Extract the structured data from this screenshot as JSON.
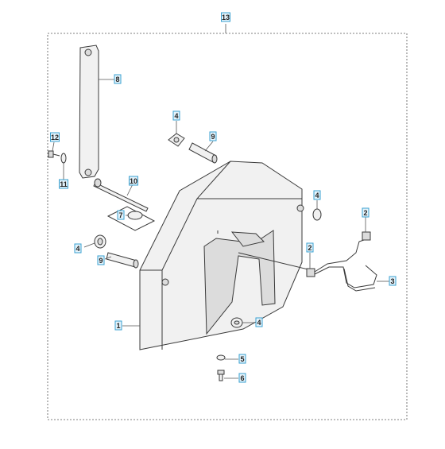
{
  "callouts": [
    {
      "id": "13",
      "label": "13"
    },
    {
      "id": "8",
      "label": "8"
    },
    {
      "id": "4a",
      "label": "4"
    },
    {
      "id": "9a",
      "label": "9"
    },
    {
      "id": "12",
      "label": "12"
    },
    {
      "id": "11",
      "label": "11"
    },
    {
      "id": "10",
      "label": "10"
    },
    {
      "id": "7",
      "label": "7"
    },
    {
      "id": "4b",
      "label": "4"
    },
    {
      "id": "9b",
      "label": "9"
    },
    {
      "id": "4c",
      "label": "4"
    },
    {
      "id": "2a",
      "label": "2"
    },
    {
      "id": "2b",
      "label": "2"
    },
    {
      "id": "3",
      "label": "3"
    },
    {
      "id": "1",
      "label": "1"
    },
    {
      "id": "4d",
      "label": "4"
    },
    {
      "id": "5",
      "label": "5"
    },
    {
      "id": "6",
      "label": "6"
    }
  ],
  "colors": {
    "callout_border": "#3aa0d0",
    "callout_fill": "#e4f3fb",
    "line": "#3a3a3a"
  }
}
